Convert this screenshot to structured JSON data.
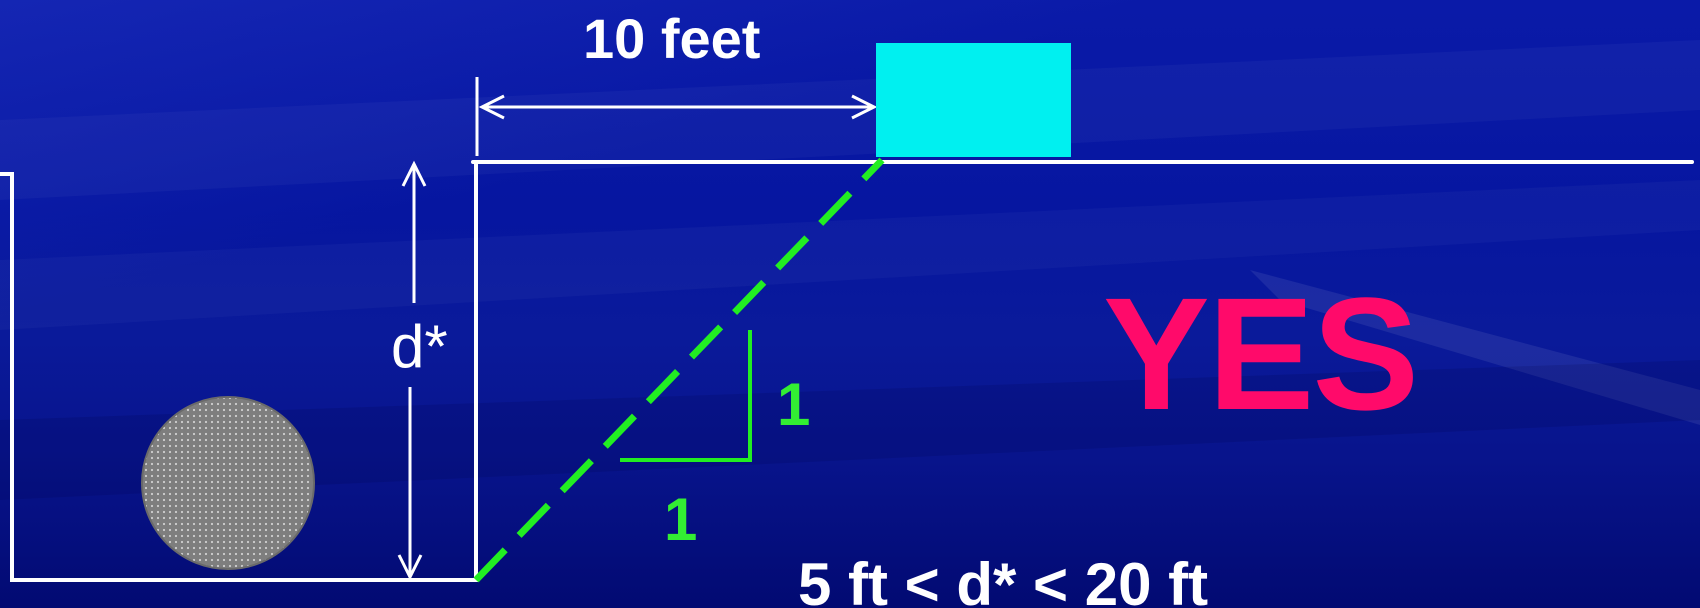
{
  "slide": {
    "background_color": "#00008f",
    "top_distance_label": "10 feet",
    "depth_label": "d*",
    "slope_rise_label": "1",
    "slope_run_label": "1",
    "result_label": "YES",
    "condition_label": "5 ft < d* < 20 ft"
  },
  "colors": {
    "building": "#00f0f0",
    "slope_line": "#22ee22",
    "result": "#ff0a6a",
    "lines": "#ffffff",
    "pipe": "#8a8a8a"
  }
}
